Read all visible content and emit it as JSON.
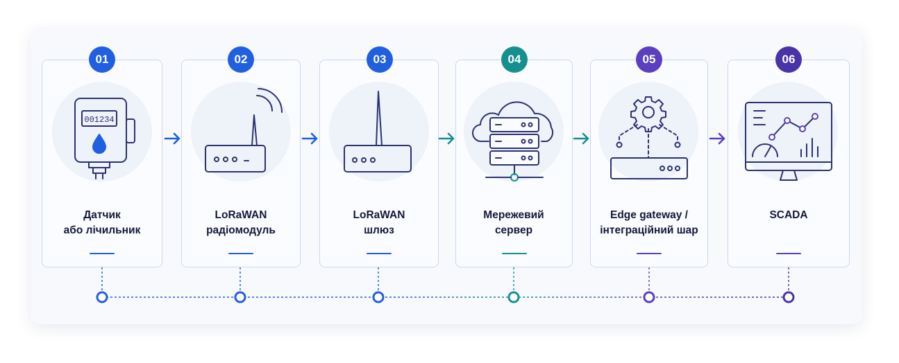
{
  "steps": [
    {
      "num": "01",
      "line1": "Датчик",
      "line2": "або лічильник",
      "icon": "meter-icon",
      "color": "#1f5fe0",
      "meter_reading": "001234"
    },
    {
      "num": "02",
      "line1": "LoRaWAN",
      "line2": "радіомодуль",
      "icon": "radio-module-icon",
      "color": "#1f5fe0"
    },
    {
      "num": "03",
      "line1": "LoRaWAN",
      "line2": "шлюз",
      "icon": "gateway-icon",
      "color": "#1f5fe0"
    },
    {
      "num": "04",
      "line1": "Мережевий",
      "line2": "сервер",
      "icon": "cloud-server-icon",
      "color": "#16908f"
    },
    {
      "num": "05",
      "line1": "Edge gateway /",
      "line2": "інтеграційний шар",
      "icon": "gear-hub-icon",
      "color": "#5b3fc0"
    },
    {
      "num": "06",
      "line1": "SCADA",
      "line2": "",
      "icon": "dashboard-monitor-icon",
      "color": "#4a32a8"
    }
  ],
  "colors": {
    "blue": "#1f5fe0",
    "teal": "#16908f",
    "purple": "#5b3fc0",
    "ink": "#2a3270",
    "card_border": "#c9d8ee"
  }
}
